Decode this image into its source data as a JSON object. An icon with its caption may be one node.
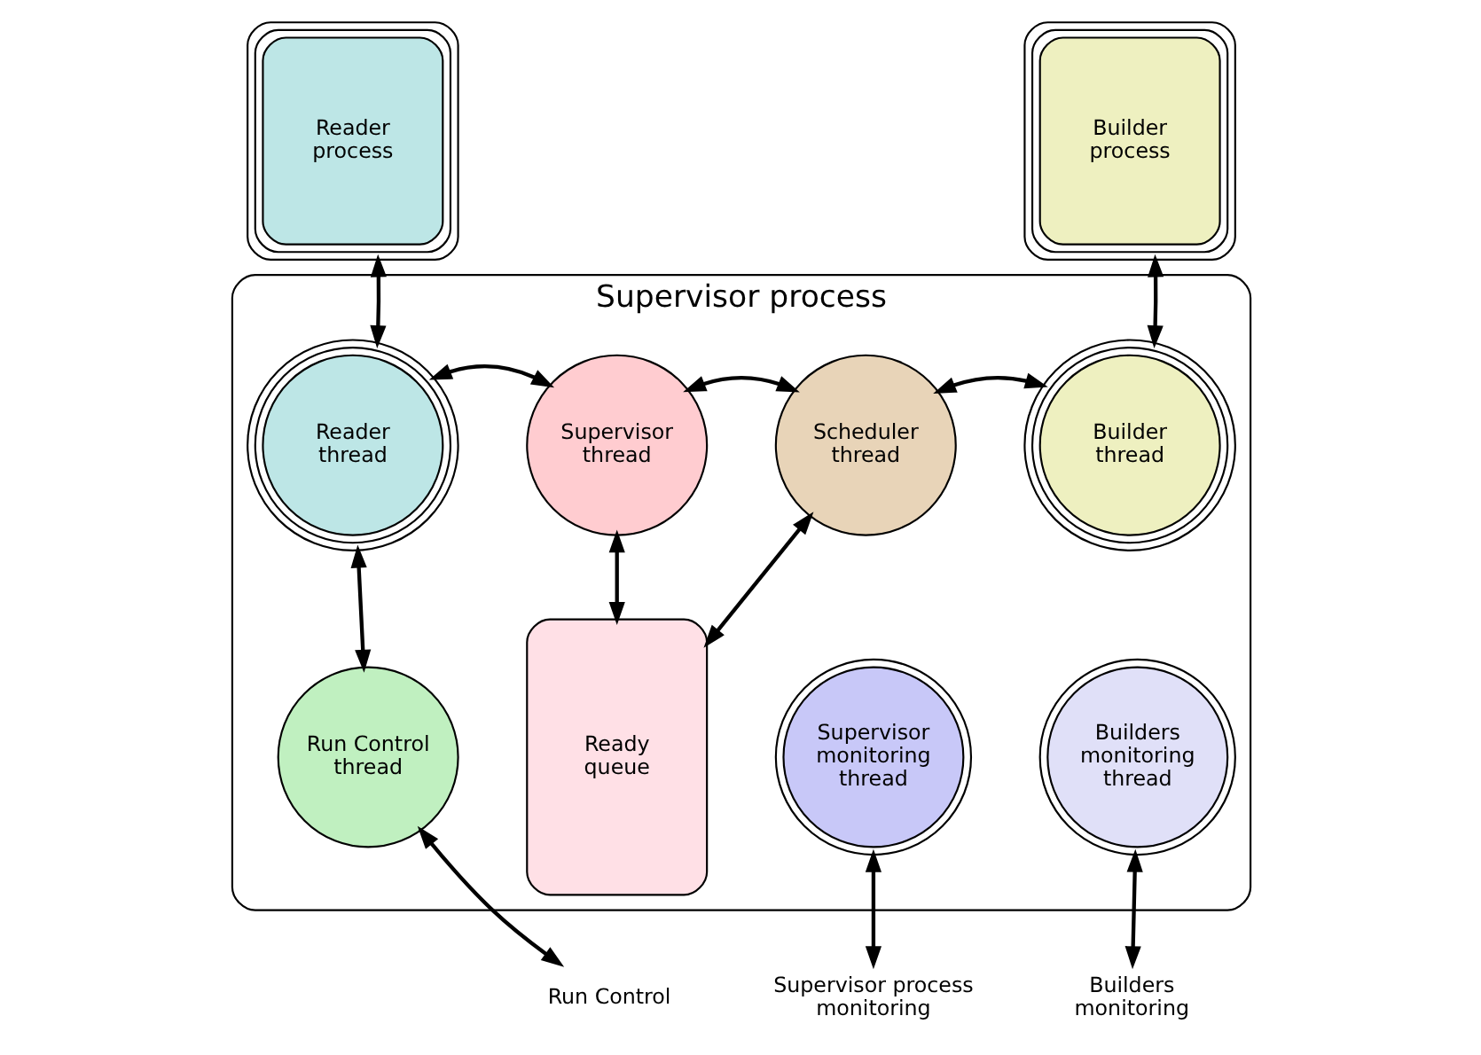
{
  "diagram": {
    "nodes": [
      {
        "text": [
          "Reader process"
        ]
      },
      {
        "text": [
          "Builder process"
        ]
      },
      {
        "text": [
          "Supervisor process"
        ]
      },
      {
        "text": [
          "Reader thread"
        ],
        "in": 2
      },
      {
        "text": [
          "Supervisor thread"
        ],
        "in": 2
      },
      {
        "text": [
          "Scheduler thread"
        ],
        "in": 2
      },
      {
        "text": [
          "Builder thread"
        ],
        "in": 2
      },
      {
        "text": [
          "Ready queue"
        ],
        "in": 2
      },
      {
        "text": [
          "Run Control thread"
        ],
        "in": 2
      },
      {
        "text": [
          "Supervisor monitoring thread"
        ],
        "in": 2
      },
      {
        "text": [
          "Builders monitoring thread"
        ],
        "in": 2
      },
      {
        "text": [
          "Run Control"
        ]
      },
      {
        "text": [
          "Supervisor process monitoring"
        ]
      },
      {
        "text": [
          "Builders monitoring"
        ]
      }
    ],
    "edges": [
      {
        "from": 0,
        "to": 3,
        "arrow": "both"
      },
      {
        "from": 1,
        "to": 6,
        "arrow": "both"
      },
      {
        "from": 3,
        "to": 4,
        "arrow": "both"
      },
      {
        "from": 4,
        "to": 5,
        "arrow": "both"
      },
      {
        "from": 5,
        "to": 6,
        "arrow": "both"
      },
      {
        "from": 4,
        "to": 7,
        "arrow": "both"
      },
      {
        "from": 5,
        "to": 7,
        "arrow": "both"
      },
      {
        "from": 3,
        "to": 8,
        "arrow": "both"
      },
      {
        "from": 8,
        "to": 11,
        "arrow": "both"
      },
      {
        "from": 9,
        "to": 12,
        "arrow": "both"
      },
      {
        "from": 10,
        "to": 13,
        "arrow": "both"
      }
    ]
  }
}
